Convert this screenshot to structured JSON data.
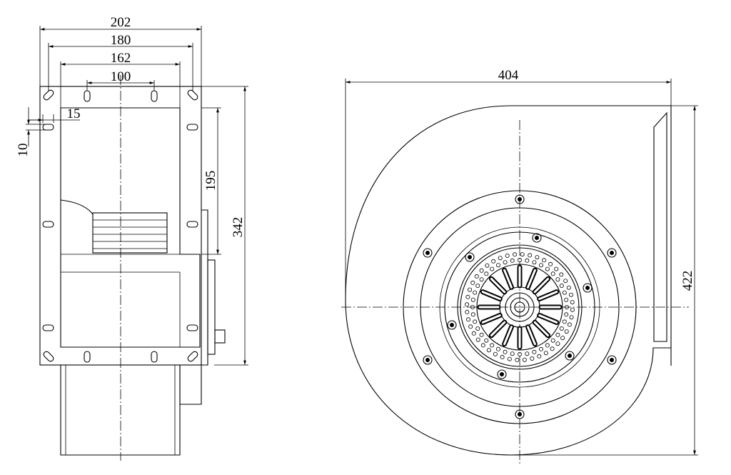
{
  "side_view": {
    "dim_top_1": "202",
    "dim_top_2": "180",
    "dim_top_3": "162",
    "dim_top_4": "100",
    "dim_slot_width": "15",
    "dim_slot_height": "10",
    "dim_right_1": "195",
    "dim_right_2": "342"
  },
  "front_view": {
    "dim_width": "404",
    "dim_height": "422"
  }
}
